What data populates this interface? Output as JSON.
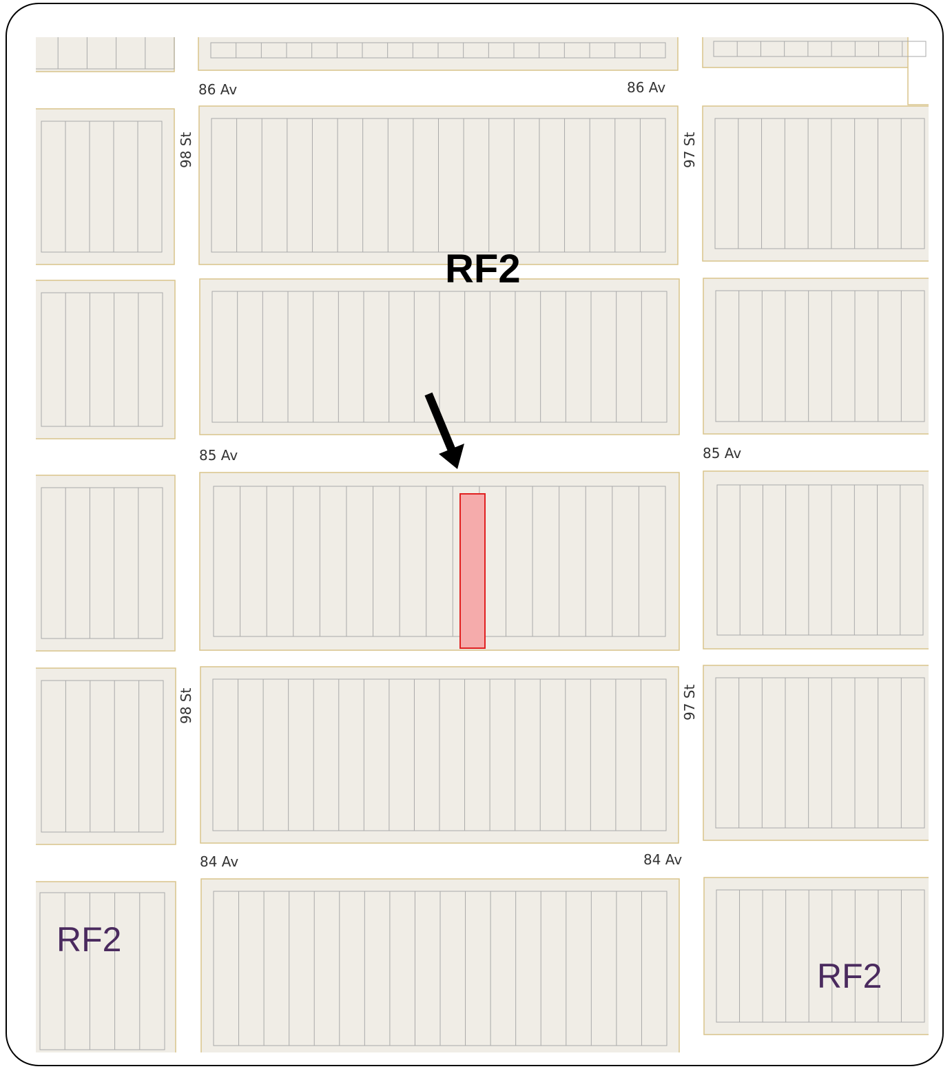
{
  "map": {
    "zone_label_main": "RF2",
    "zone_label_left": "RF2",
    "zone_label_right": "RF2",
    "streets": {
      "av86_left": "86 Av",
      "av86_right": "86 Av",
      "av85_left": "85 Av",
      "av85_right": "85 Av",
      "av84_left": "84 Av",
      "av84_right": "84 Av",
      "st98_top": "98 St",
      "st98_bottom": "98 St",
      "st97_top": "97 St",
      "st97_bottom": "97 St"
    },
    "colors": {
      "block_fill": "#f0ede6",
      "block_border": "#d9c48a",
      "lot_line": "#a9a9a9",
      "highlight_fill": "#f5abab",
      "highlight_border": "#e02020",
      "arrow": "#000000"
    }
  }
}
